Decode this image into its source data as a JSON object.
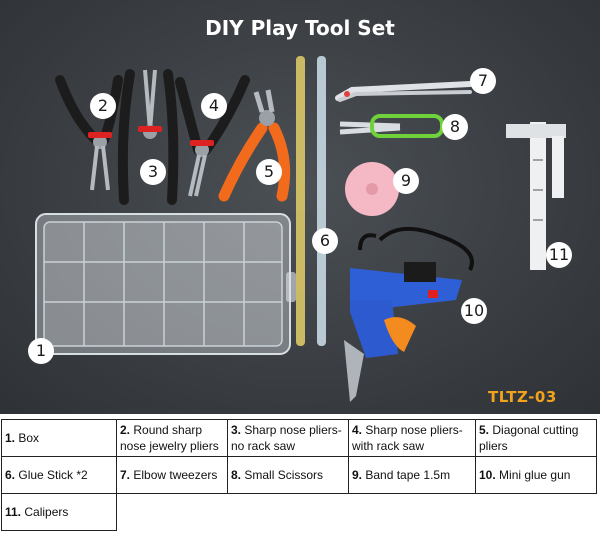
{
  "title": "DIY Play Tool Set",
  "product_code": "TLTZ-03",
  "callouts": [
    "1",
    "2",
    "3",
    "4",
    "5",
    "6",
    "7",
    "8",
    "9",
    "10",
    "11"
  ],
  "legend": [
    {
      "num": "1.",
      "text": "Box"
    },
    {
      "num": "2.",
      "text": "Round sharp nose jewelry pliers"
    },
    {
      "num": "3.",
      "text": "Sharp nose pliers-no rack saw"
    },
    {
      "num": "4.",
      "text": "Sharp nose pliers-with rack saw"
    },
    {
      "num": "5.",
      "text": "Diagonal cutting pliers"
    },
    {
      "num": "6.",
      "text": "Glue Stick *2"
    },
    {
      "num": "7.",
      "text": "Elbow tweezers"
    },
    {
      "num": "8.",
      "text": "Small Scissors"
    },
    {
      "num": "9.",
      "text": "Band tape 1.5m"
    },
    {
      "num": "10.",
      "text": "Mini glue gun"
    },
    {
      "num": "11.",
      "text": "Calipers"
    }
  ]
}
